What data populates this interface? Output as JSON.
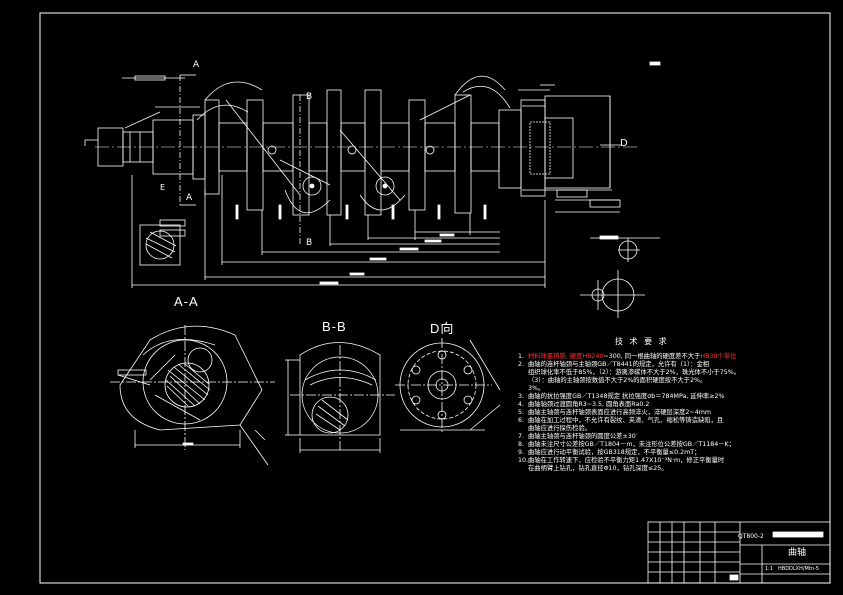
{
  "drawing": {
    "section_labels": {
      "aa": "A-A",
      "bb": "B-B",
      "d_view": "D向"
    },
    "markers": {
      "a1": "A",
      "a2": "A",
      "b1": "B",
      "b2": "B",
      "d": "D",
      "e": "E"
    },
    "tech_title": "技 术 要 求",
    "requirements": [
      {
        "no": "1.",
        "text_red": "材料球墨铸铁, 硬度HB240",
        "text": "~300, 同一根曲轴的硬度差不大于",
        "tail_red": "HB30个单位"
      },
      {
        "no": "2.",
        "text": "曲轴的连杆轴颈与主轴颈GB／T8441的规定，允许有（1）：金相"
      },
      {
        "no": "",
        "text": "组织球化率不低于85%，（2）：游离渗碳体不大于2%，珠光体不小于75%。"
      },
      {
        "no": "",
        "text": "（3）：曲轴的主轴颈按数值不大于2%的面积硬度按不大于2%。"
      },
      {
        "no": "",
        "text": "3%。"
      },
      {
        "no": "3.",
        "text": "曲轴的抗拉强度GB／T1348规定 抗拉强度σb＝784MPa, 延伸率≥2%"
      },
      {
        "no": "4.",
        "text": "曲轴轴颈过渡圆角R3~3.5, 圆角表面Ra0.2"
      },
      {
        "no": "5.",
        "text": "曲轴主轴颈与连杆轴颈表面应进行高频淬火，淬硬层深度2~4mm"
      },
      {
        "no": "6.",
        "text": "曲轴在加工过程中，不允许有裂纹、夹渣、气孔、缩松等铸造缺陷，且"
      },
      {
        "no": "",
        "text": "曲轴应进行探伤检验。"
      },
      {
        "no": "7.",
        "text": "曲轴主轴颈与连杆轴颈的圆度公差±30′"
      },
      {
        "no": "8.",
        "text": "曲轴未注尺寸公差按GB／T1804－m，未注形位公差按GB／T1184－K；"
      },
      {
        "no": "9.",
        "text": "曲轴应进行动平衡试验，按GB318规定，不平衡量≤0.2mT；"
      },
      {
        "no": "10.",
        "text": "曲轴在工作转速下，应检验不平衡力矩1.47X10⁻³N·m，修正平衡量时"
      },
      {
        "no": "",
        "text": "在曲柄臂上钻孔，钻孔直径Φ10，钻孔深度≤25。"
      }
    ],
    "title_block": {
      "drawing_no": "QT800-2",
      "part_name": "曲轴",
      "scale": "1:1",
      "school": "HBDDLXH/Mtn-5"
    },
    "colors": {
      "background": "#000000",
      "line": "#ffffff",
      "accent_red": "#ff3030"
    }
  }
}
